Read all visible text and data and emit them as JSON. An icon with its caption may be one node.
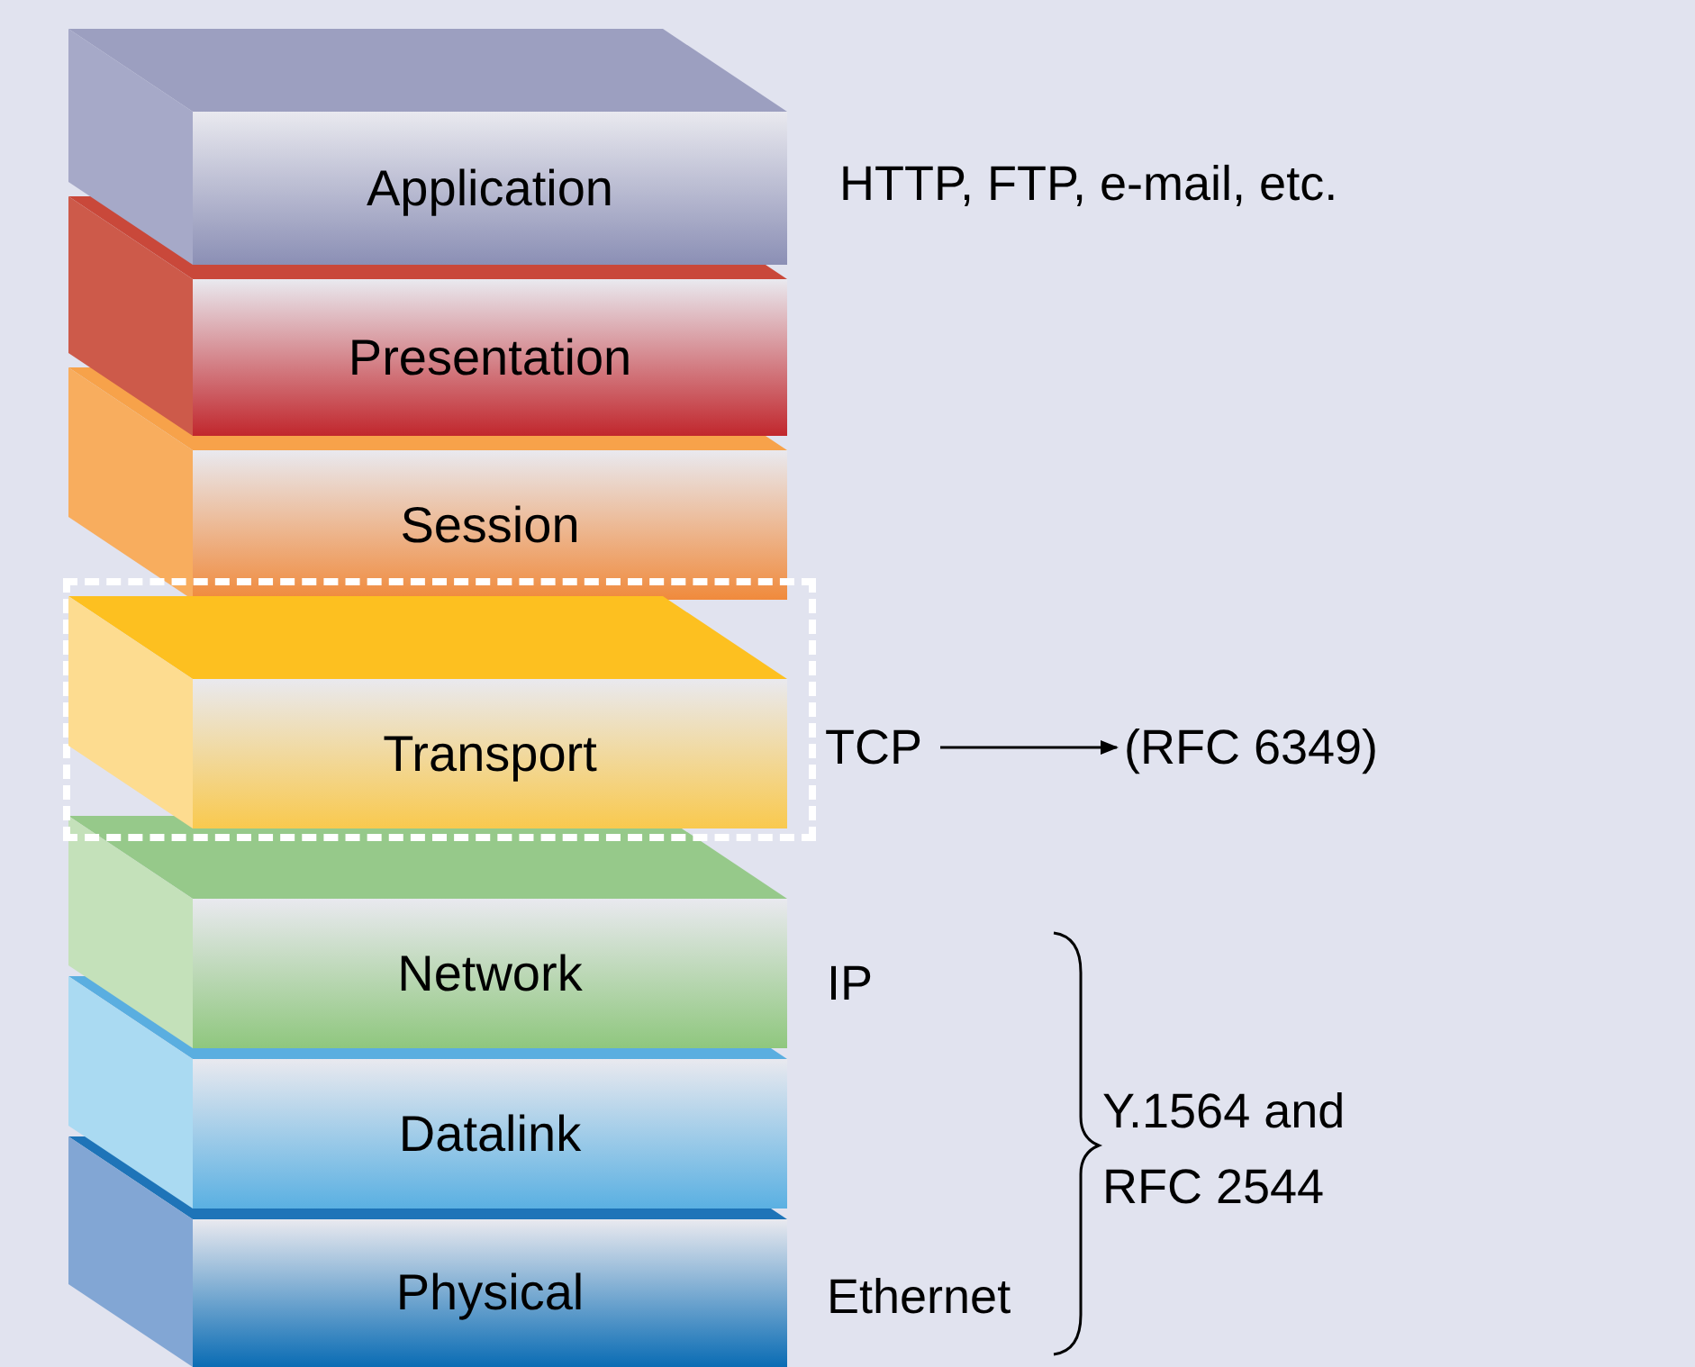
{
  "diagram": {
    "nodes": [
      {
        "text": [
          "Application"
        ]
      },
      {
        "text": [
          "Presentation"
        ]
      },
      {
        "text": [
          "Session"
        ]
      },
      {
        "text": [],
        "shape": "box"
      },
      {
        "text": [
          "Transport"
        ],
        "in": 3
      },
      {
        "text": [
          "Network"
        ]
      },
      {
        "text": [
          "Datalink"
        ]
      },
      {
        "text": [
          "Physical"
        ]
      },
      {
        "text": [
          "TCP"
        ]
      },
      {
        "text": [
          "(RFC 6349)"
        ]
      }
    ],
    "edges": [
      {
        "from": 8,
        "to": 9,
        "arrow": "to"
      }
    ],
    "labels": [
      "HTTP, FTP, e-mail, etc.",
      "IP",
      "Ethernet",
      "Y.1564 and RFC 2544"
    ]
  }
}
